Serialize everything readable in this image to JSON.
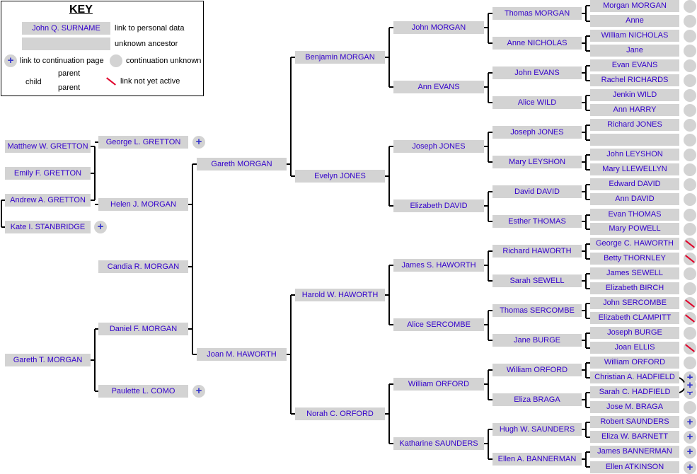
{
  "key": {
    "title": "KEY",
    "example_person": "John Q. SURNAME",
    "link_personal": "link to personal data",
    "unknown_ancestor": "unknown ancestor",
    "link_continuation": "link to continuation page",
    "continuation_unknown": "continuation unknown",
    "child": "child",
    "parent1": "parent",
    "parent2": "parent",
    "link_inactive": "link not yet active"
  },
  "people": {
    "g0": "Gareth T. MORGAN",
    "g1a": "Daniel F. MORGAN",
    "g1b": "Paulette L. COMO",
    "g2a": "Helen J. MORGAN",
    "g2b": "Candia R. MORGAN",
    "g3a": "George L. GRETTON",
    "g4a": "Matthew W. GRETTON",
    "g4b": "Emily F. GRETTON",
    "g4c": "Andrew A. GRETTON",
    "g4d": "Kate I. STANBRIDGE",
    "p0": "Gareth MORGAN",
    "p0b": "Joan M. HAWORTH",
    "p1a": "Benjamin MORGAN",
    "p1b": "Evelyn JONES",
    "p1c": "Harold W. HAWORTH",
    "p1d": "Norah C. ORFORD",
    "p2": [
      "John MORGAN",
      "Ann EVANS",
      "Joseph JONES",
      "Elizabeth DAVID",
      "James S. HAWORTH",
      "Alice SERCOMBE",
      "William ORFORD",
      "Katharine SAUNDERS"
    ],
    "p3": [
      "Thomas  MORGAN",
      "Anne NICHOLAS",
      "John EVANS",
      "Alice WILD",
      "Joseph JONES",
      "Mary LEYSHON",
      "David DAVID",
      "Esther THOMAS",
      "Richard HAWORTH",
      "Sarah SEWELL",
      "Thomas SERCOMBE",
      "Jane BURGE",
      "William ORFORD",
      "Eliza BRAGA",
      "Hugh W. SAUNDERS",
      "Ellen A. BANNERMAN"
    ],
    "p4": [
      "Morgan MORGAN",
      "Anne",
      "William NICHOLAS",
      "Jane",
      "Evan EVANS",
      "Rachel RICHARDS",
      "Jenkin WILD",
      "Ann HARRY",
      "Richard JONES",
      "",
      "John LEYSHON",
      "Mary LLEWELLYN",
      "Edward DAVID",
      "Ann DAVID",
      "Evan THOMAS",
      "Mary POWELL",
      "George C. HAWORTH",
      "Betty THORNLEY",
      "James SEWELL",
      "Elizabeth BIRCH",
      "John SERCOMBE",
      "Elizabeth  CLAMPITT",
      "Joseph BURGE",
      "Joan ELLIS",
      "William ORFORD",
      "Christian A. HADFIELD",
      "Sarah C. HADFIELD",
      "Jose M. BRAGA",
      "Robert SAUNDERS",
      "Eliza W. BARNETT",
      "James BANNERMAN",
      "Ellen ATKINSON"
    ]
  },
  "continuation": [
    "unknown",
    "unknown",
    "unknown",
    "unknown",
    "unknown",
    "unknown",
    "unknown",
    "unknown",
    "unknown",
    "unknown",
    "unknown",
    "unknown",
    "unknown",
    "unknown",
    "unknown",
    "unknown",
    "inactive",
    "inactive",
    "unknown",
    "unknown",
    "inactive",
    "inactive",
    "unknown",
    "inactive",
    "unknown",
    "plus",
    "plus",
    "unknown",
    "plus",
    "plus",
    "plus",
    "plus"
  ],
  "colors": {
    "box": "#d3d3d3",
    "link_text": "#3300cc",
    "line": "#000000",
    "inactive": "#e0002a"
  }
}
